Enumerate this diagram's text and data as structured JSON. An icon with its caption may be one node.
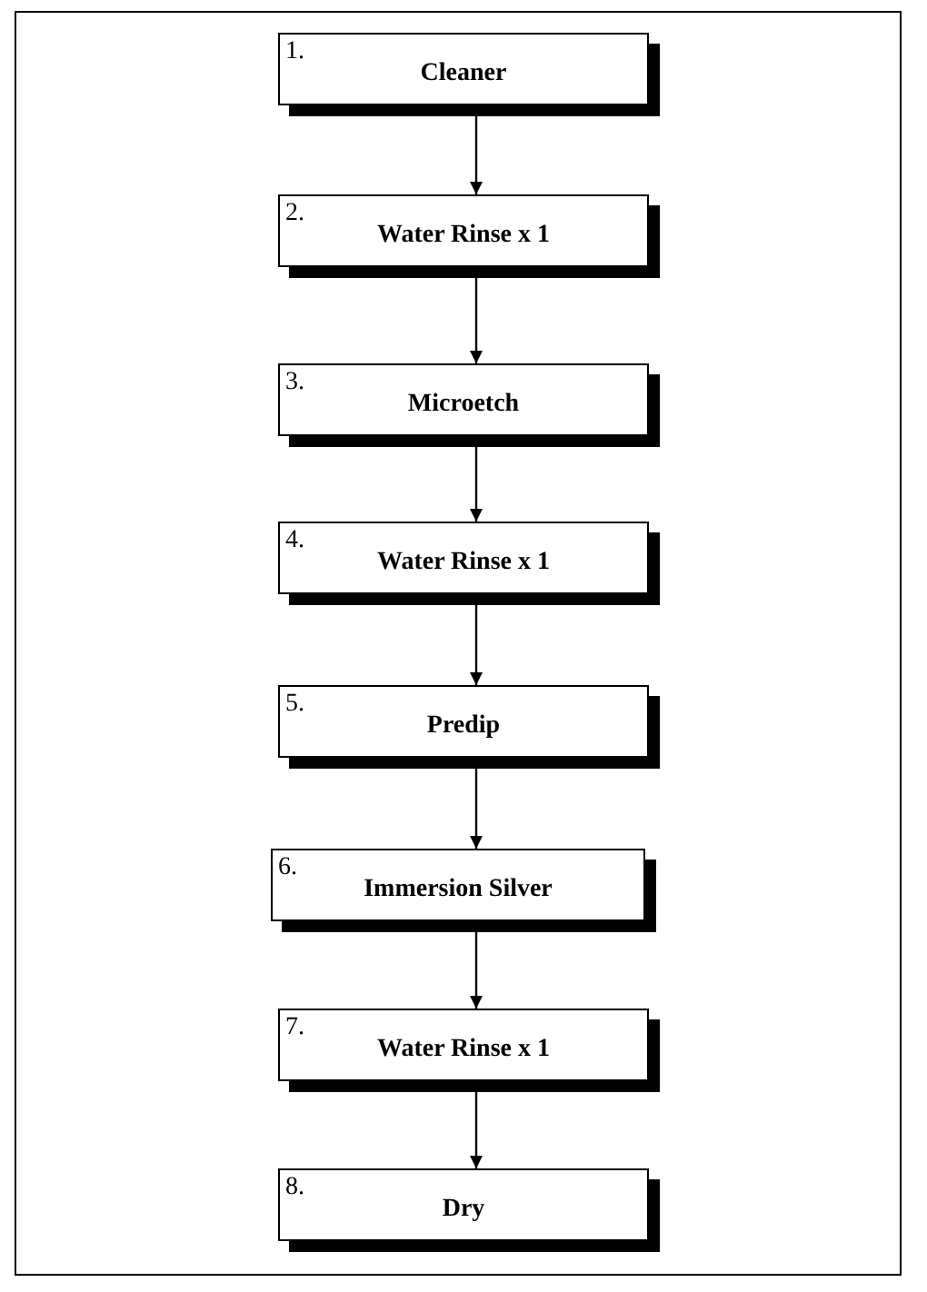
{
  "diagram": {
    "nodes": [
      {
        "text": [
          "1.",
          "Cleaner"
        ]
      },
      {
        "text": [
          "2.",
          "Water Rinse x 1"
        ]
      },
      {
        "text": [
          "3.",
          "Microetch"
        ]
      },
      {
        "text": [
          "4.",
          "Water Rinse x 1"
        ]
      },
      {
        "text": [
          "5.",
          "Predip"
        ]
      },
      {
        "text": [
          "6.",
          "Immersion Silver"
        ]
      },
      {
        "text": [
          "7.",
          "Water Rinse x 1"
        ]
      },
      {
        "text": [
          "8.",
          "Dry"
        ]
      }
    ],
    "edges": [
      {
        "from": 0,
        "to": 1,
        "arrow": "to"
      },
      {
        "from": 1,
        "to": 2,
        "arrow": "to"
      },
      {
        "from": 2,
        "to": 3,
        "arrow": "to"
      },
      {
        "from": 3,
        "to": 4,
        "arrow": "to"
      },
      {
        "from": 4,
        "to": 5,
        "arrow": "to"
      },
      {
        "from": 5,
        "to": 6,
        "arrow": "to"
      },
      {
        "from": 6,
        "to": 7,
        "arrow": "to"
      }
    ]
  }
}
